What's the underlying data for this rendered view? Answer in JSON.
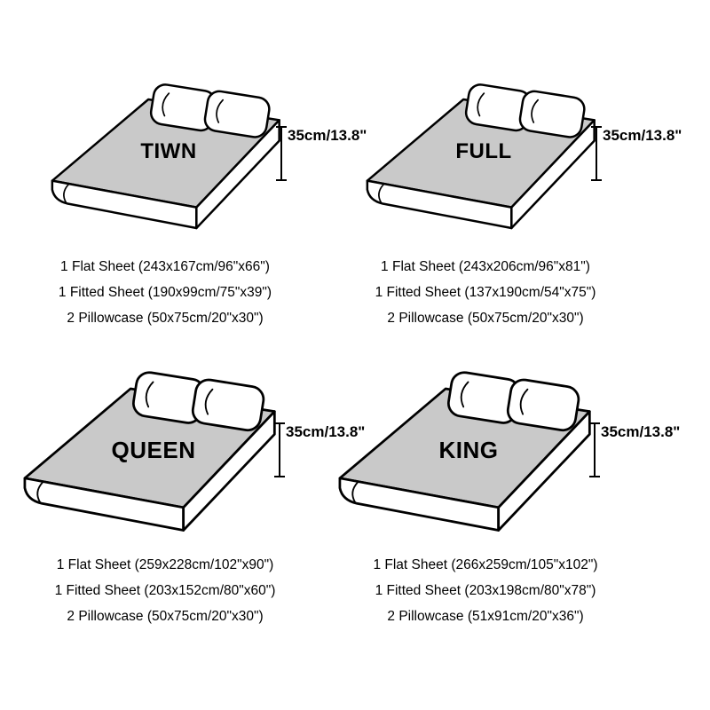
{
  "colors": {
    "background": "#ffffff",
    "bed_top": "#c9c9c9",
    "bed_outline": "#000000",
    "pillow": "#ffffff"
  },
  "panels": [
    {
      "size_label": "TIWN",
      "height_label": "35cm/13.8\"",
      "specs": [
        "1 Flat Sheet (243x167cm/96\"x66\")",
        "1 Fitted Sheet (190x99cm/75\"x39\")",
        "2 Pillowcase (50x75cm/20\"x30\")"
      ]
    },
    {
      "size_label": "FULL",
      "height_label": "35cm/13.8\"",
      "specs": [
        "1 Flat Sheet (243x206cm/96\"x81\")",
        "1 Fitted Sheet (137x190cm/54\"x75\")",
        "2 Pillowcase (50x75cm/20\"x30\")"
      ]
    },
    {
      "size_label": "QUEEN",
      "height_label": "35cm/13.8\"",
      "specs": [
        "1 Flat Sheet (259x228cm/102\"x90\")",
        "1 Fitted Sheet (203x152cm/80\"x60\")",
        "2 Pillowcase (50x75cm/20\"x30\")"
      ]
    },
    {
      "size_label": "KING",
      "height_label": "35cm/13.8\"",
      "specs": [
        "1 Flat Sheet (266x259cm/105\"x102\")",
        "1 Fitted Sheet (203x198cm/80\"x78\")",
        "2 Pillowcase (51x91cm/20\"x36\")"
      ]
    }
  ]
}
